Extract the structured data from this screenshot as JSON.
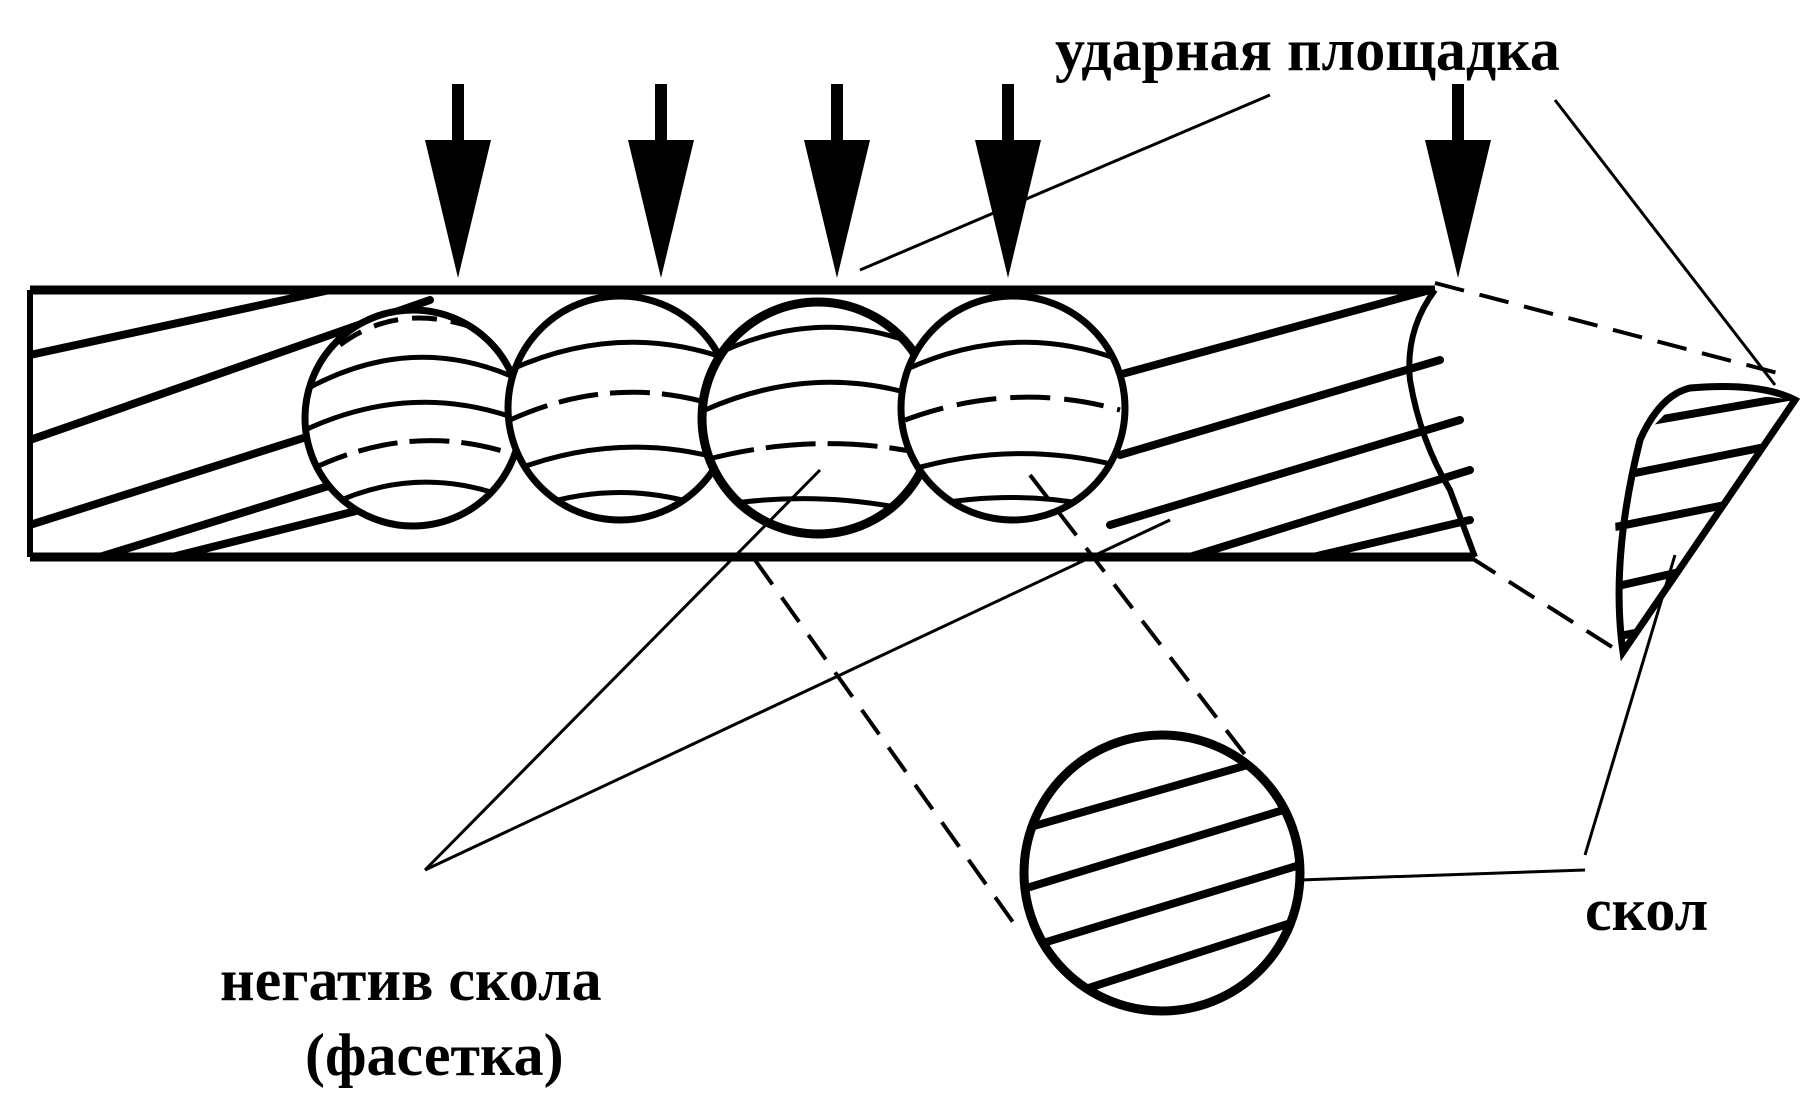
{
  "labels": {
    "striking_platform": "ударная площадка",
    "flake_scar_line1": "негатив скола",
    "flake_scar_line2": "(фасетка)",
    "flake": "скол"
  },
  "colors": {
    "ink": "#000000",
    "paper": "#ffffff"
  },
  "icons": [
    "arrow-down-icon"
  ]
}
